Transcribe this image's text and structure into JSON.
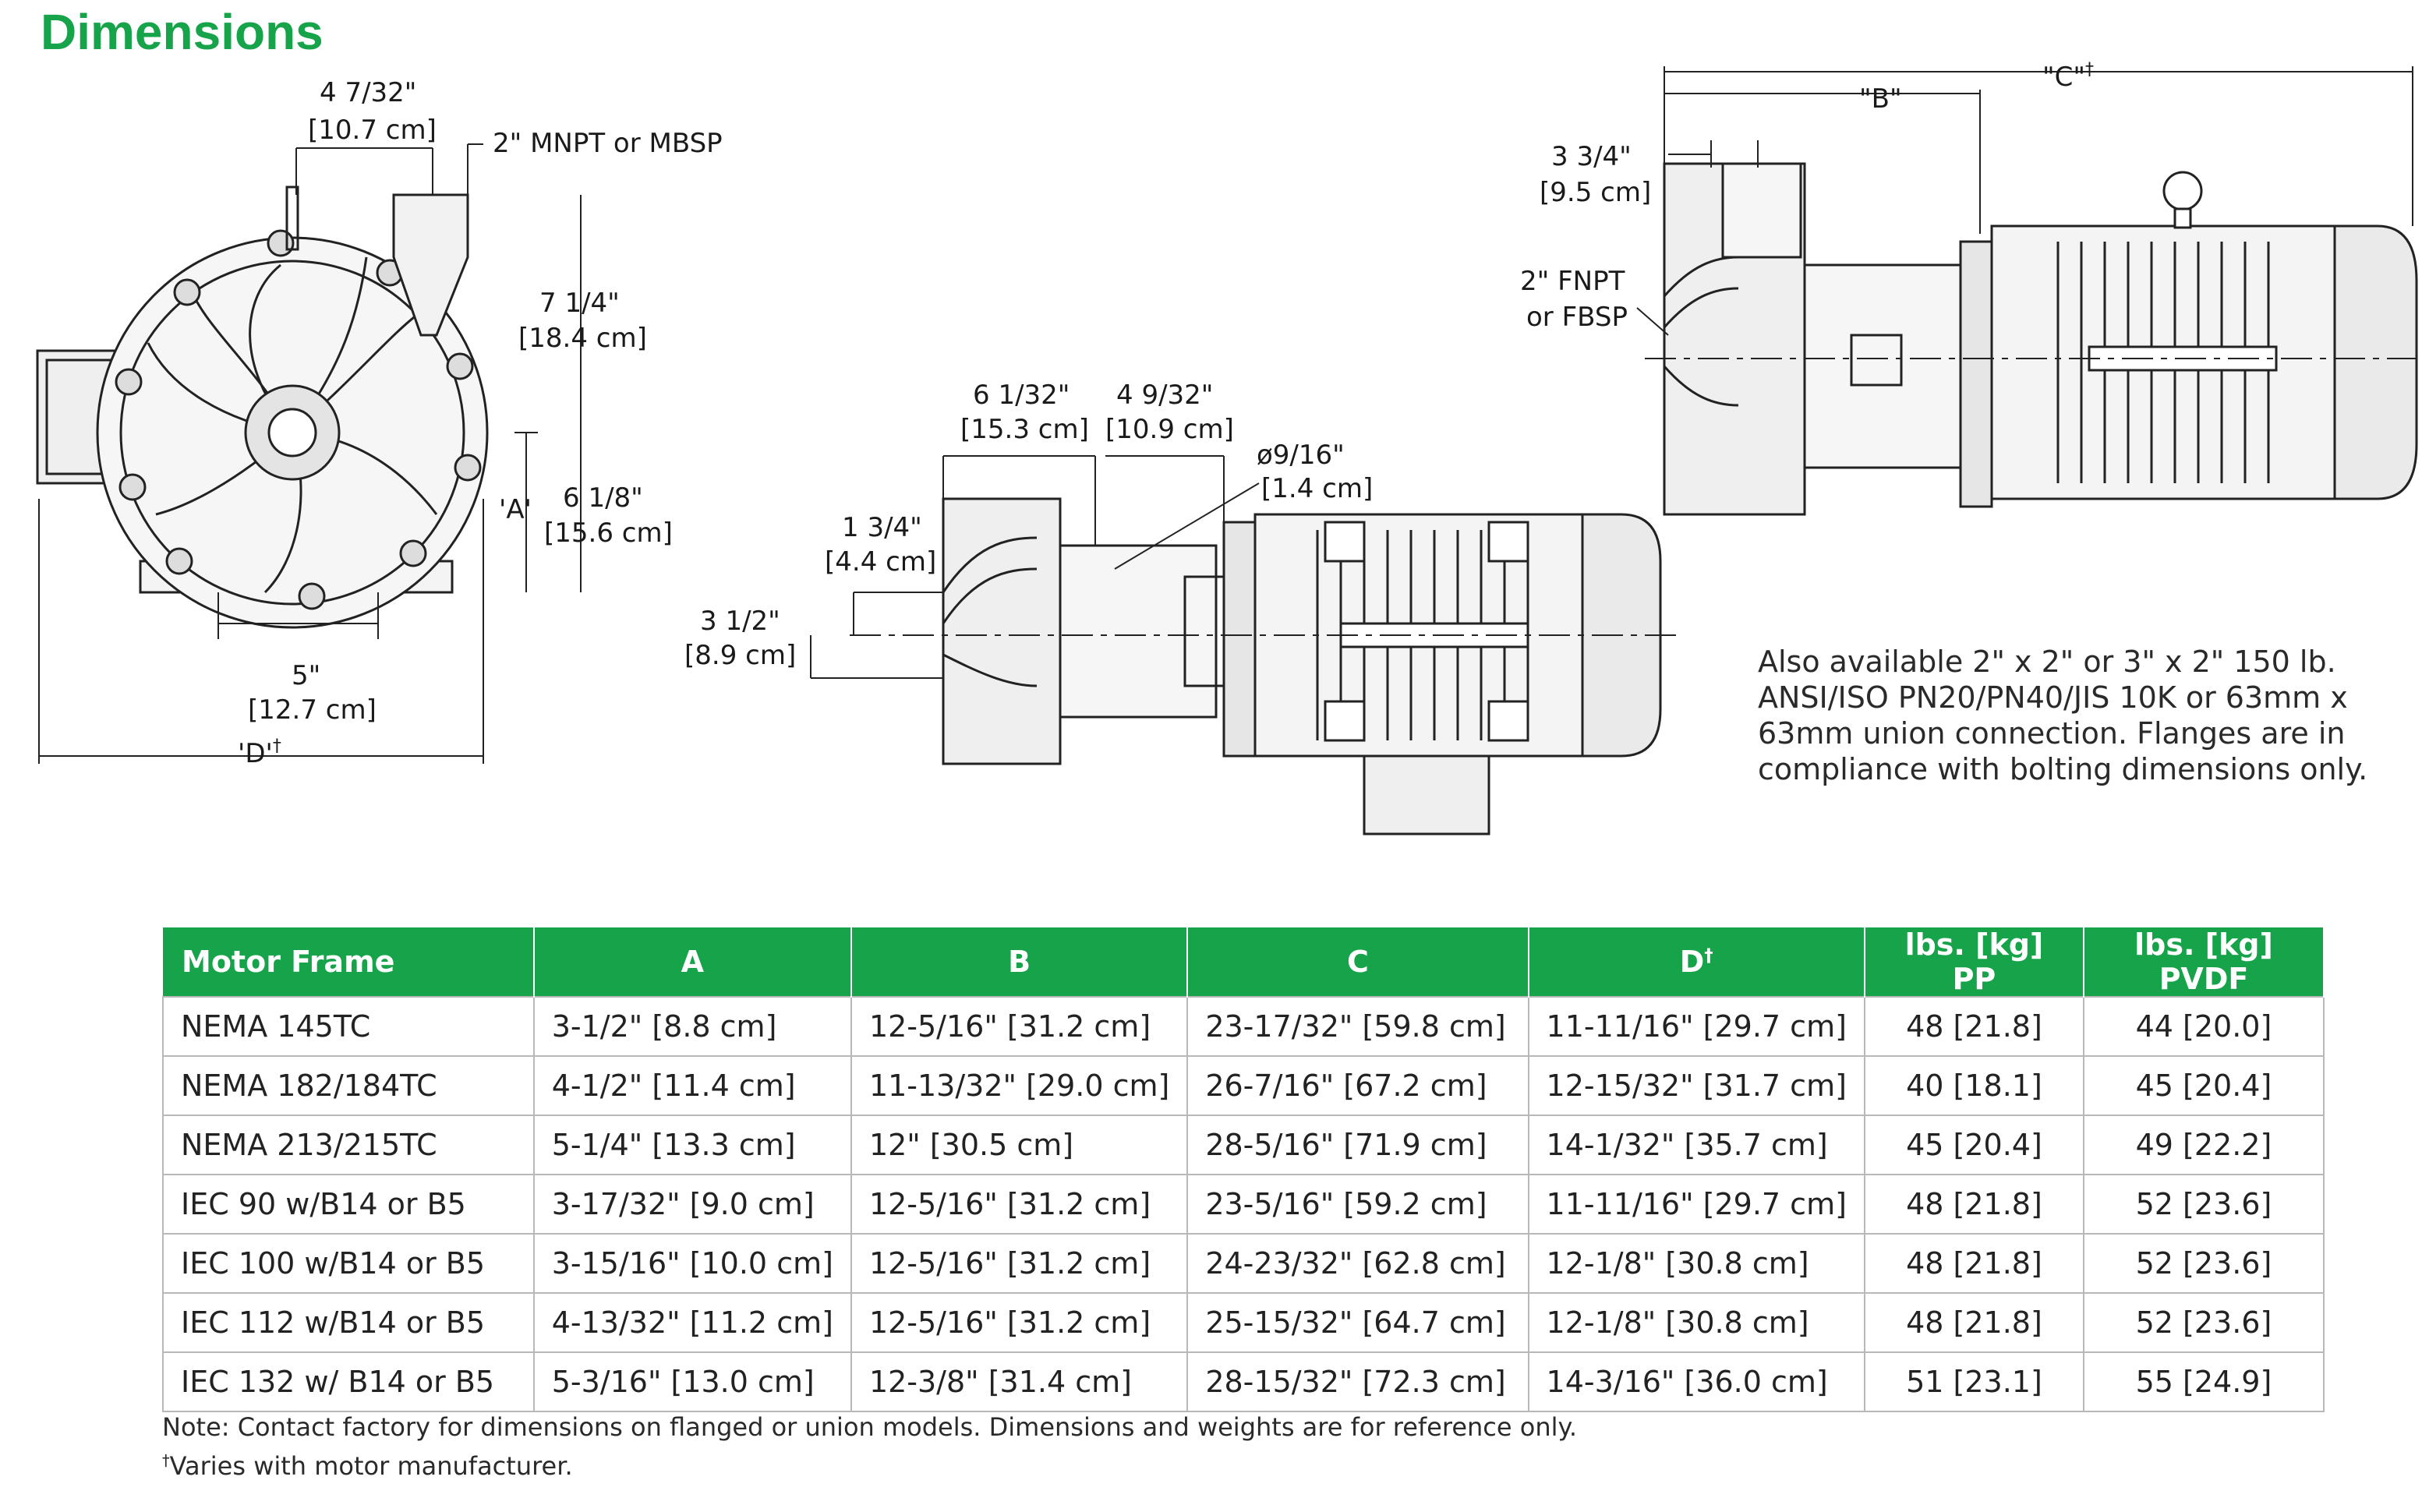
{
  "heading": "Dimensions",
  "front_view": {
    "top_width": "4 7/32\"",
    "top_width_cm": "[10.7 cm]",
    "outlet": "2\" MNPT or MBSP",
    "height_outlet": "7 1/4\"",
    "height_outlet_cm": "[18.4 cm]",
    "a_label": "'A'",
    "center_height": "6 1/8\"",
    "center_height_cm": "[15.6 cm]",
    "base_width": "5\"",
    "base_width_cm": "[12.7 cm]",
    "d_label": "'D'",
    "dagger": "†"
  },
  "side_view": {
    "dim1": "6 1/32\"",
    "dim1_cm": "[15.3 cm]",
    "dim2": "4 9/32\"",
    "dim2_cm": "[10.9 cm]",
    "hole": "ø9/16\"",
    "hole_cm": "[1.4 cm]",
    "dim3": "1 3/4\"",
    "dim3_cm": "[4.4 cm]",
    "dim4": "3 1/2\"",
    "dim4_cm": "[8.9 cm]"
  },
  "top_view": {
    "c_label": "\"C\"",
    "dagger": "†",
    "b_label": "\"B\"",
    "inlet_offset": "3 3/4\"",
    "inlet_offset_cm": "[9.5 cm]",
    "inlet1": "2\" FNPT",
    "inlet2": "or FBSP"
  },
  "note_right": "Also available 2\" x 2\" or 3\" x 2\" 150 lb. ANSI/ISO PN20/PN40/JIS 10K or 63mm x 63mm union connection. Flanges are in compliance with bolting dimensions only.",
  "table": {
    "headers": [
      "Motor Frame",
      "A",
      "B",
      "C",
      "D",
      "lbs. [kg] PP",
      "lbs. [kg] PVDF"
    ],
    "dagger": "†",
    "rows": [
      [
        "NEMA 145TC",
        "3-1/2\" [8.8 cm]",
        "12-5/16\" [31.2 cm]",
        "23-17/32\" [59.8 cm]",
        "11-11/16\" [29.7 cm]",
        "48 [21.8]",
        "44 [20.0]"
      ],
      [
        "NEMA 182/184TC",
        "4-1/2\" [11.4 cm]",
        "11-13/32\" [29.0 cm]",
        "26-7/16\" [67.2 cm]",
        "12-15/32\" [31.7 cm]",
        "40 [18.1]",
        "45 [20.4]"
      ],
      [
        "NEMA 213/215TC",
        "5-1/4\" [13.3 cm]",
        "12\" [30.5 cm]",
        "28-5/16\" [71.9 cm]",
        "14-1/32\" [35.7 cm]",
        "45 [20.4]",
        "49 [22.2]"
      ],
      [
        "IEC 90 w/B14 or B5",
        "3-17/32\" [9.0 cm]",
        "12-5/16\" [31.2 cm]",
        "23-5/16\" [59.2 cm]",
        "11-11/16\" [29.7 cm]",
        "48 [21.8]",
        "52 [23.6]"
      ],
      [
        "IEC 100 w/B14 or B5",
        "3-15/16\" [10.0 cm]",
        "12-5/16\" [31.2 cm]",
        "24-23/32\" [62.8 cm]",
        "12-1/8\" [30.8 cm]",
        "48 [21.8]",
        "52 [23.6]"
      ],
      [
        "IEC 112 w/B14 or B5",
        "4-13/32\" [11.2 cm]",
        "12-5/16\" [31.2 cm]",
        "25-15/32\" [64.7 cm]",
        "12-1/8\" [30.8 cm]",
        "48 [21.8]",
        "52 [23.6]"
      ],
      [
        "IEC 132 w/ B14 or B5",
        "5-3/16\" [13.0 cm]",
        "12-3/8\" [31.4 cm]",
        "28-15/32\" [72.3 cm]",
        "14-3/16\" [36.0 cm]",
        "51 [23.1]",
        "55 [24.9]"
      ]
    ]
  },
  "footnote1": "Note: Contact factory for dimensions on flanged or union models. Dimensions and weights are for reference only.",
  "footnote2_mark": "†",
  "footnote2": "Varies with motor manufacturer.",
  "colors": {
    "accent": "#16a34a",
    "header_text": "#ffffff"
  }
}
